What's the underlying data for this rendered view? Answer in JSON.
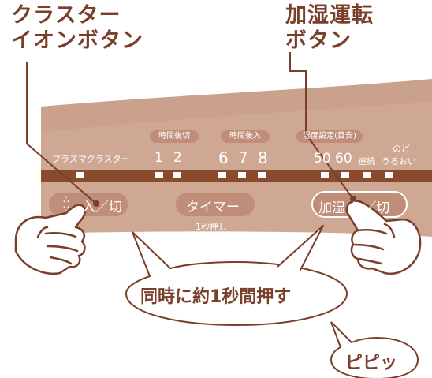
{
  "callouts": {
    "cluster_button": [
      "クラスター",
      "イオンボタン"
    ],
    "humidify_button": [
      "加湿運転",
      "ボタン"
    ]
  },
  "panel": {
    "plasma_label": "プラズマクラスター",
    "timer_off_label": "時間後切",
    "timer_off_values": [
      "1",
      "2"
    ],
    "timer_on_label": "時間後入",
    "timer_on_values": [
      "6",
      "7",
      "8"
    ],
    "humidity_label": "湿度設定(目安)",
    "humidity_values": [
      "50",
      "60"
    ],
    "continuous_label": "連続",
    "throat_label": [
      "のど",
      "うるおい"
    ]
  },
  "buttons": {
    "cluster_label": "入／切",
    "timer_label": "タイマー",
    "timer_hint": "1秒押し",
    "humidify_label": "加湿 入／切"
  },
  "bubbles": {
    "instruction": "同時に約1秒間押す",
    "sound": "ピピッ"
  },
  "colors": {
    "panel": "#cfa893",
    "strip": "#8a4a2e",
    "button": "#bf8d78",
    "text": "#7a3f2a"
  }
}
